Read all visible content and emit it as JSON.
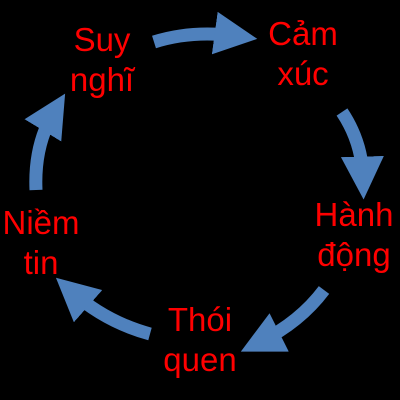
{
  "colors": {
    "background": "#000000",
    "text": "#ff0000",
    "arrow": "#4f81bd"
  },
  "nodes": {
    "suy_nghi": {
      "line1": "Suy",
      "line2": "nghĩ"
    },
    "cam_xuc": {
      "line1": "Cảm",
      "line2": "xúc"
    },
    "hanh_dong": {
      "line1": "Hành",
      "line2": "động"
    },
    "thoi_quen": {
      "line1": "Thói",
      "line2": "quen"
    },
    "niem_tin": {
      "line1": "Niềm",
      "line2": "tin"
    }
  },
  "arrow_sequence": [
    "suy_nghi-to-cam_xuc",
    "cam_xuc-to-hanh_dong",
    "hanh_dong-to-thoi_quen",
    "thoi_quen-to-niem_tin",
    "niem_tin-to-suy_nghi"
  ]
}
